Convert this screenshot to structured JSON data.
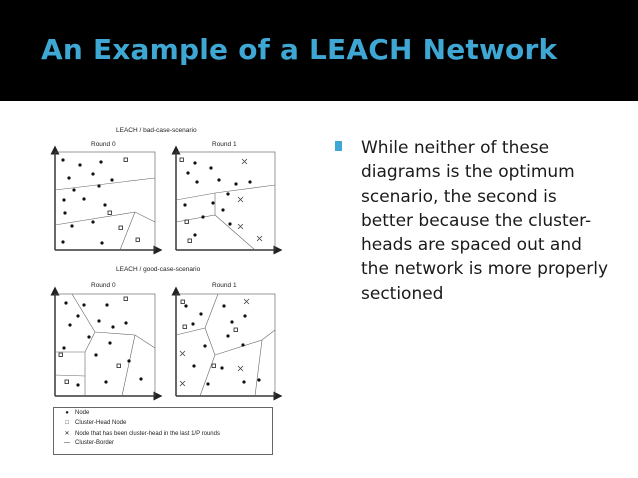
{
  "slide": {
    "title": "An Example of a LEACH Network",
    "accent_color": "#3ea7d4",
    "header_color": "#000000"
  },
  "figure": {
    "bad_case_label": "LEACH / bad-case-scenario",
    "good_case_label": "LEACH / good-case-scenario",
    "rounds": [
      "Round 0",
      "Round 1",
      "Round 0",
      "Round 1"
    ]
  },
  "legend": {
    "items": [
      {
        "symbol": "node-dot",
        "label": "Node"
      },
      {
        "symbol": "cluster-head-square",
        "label": "Cluster-Head Node"
      },
      {
        "symbol": "former-head-cross",
        "label": "Node that has been cluster-head in the last 1/P rounds"
      },
      {
        "symbol": "border-line",
        "label": "Cluster-Border"
      }
    ]
  },
  "body": {
    "bullet": "While neither of these diagrams is the optimum scenario, the second is better because the cluster-heads are spaced out and the network is more properly sectioned"
  }
}
